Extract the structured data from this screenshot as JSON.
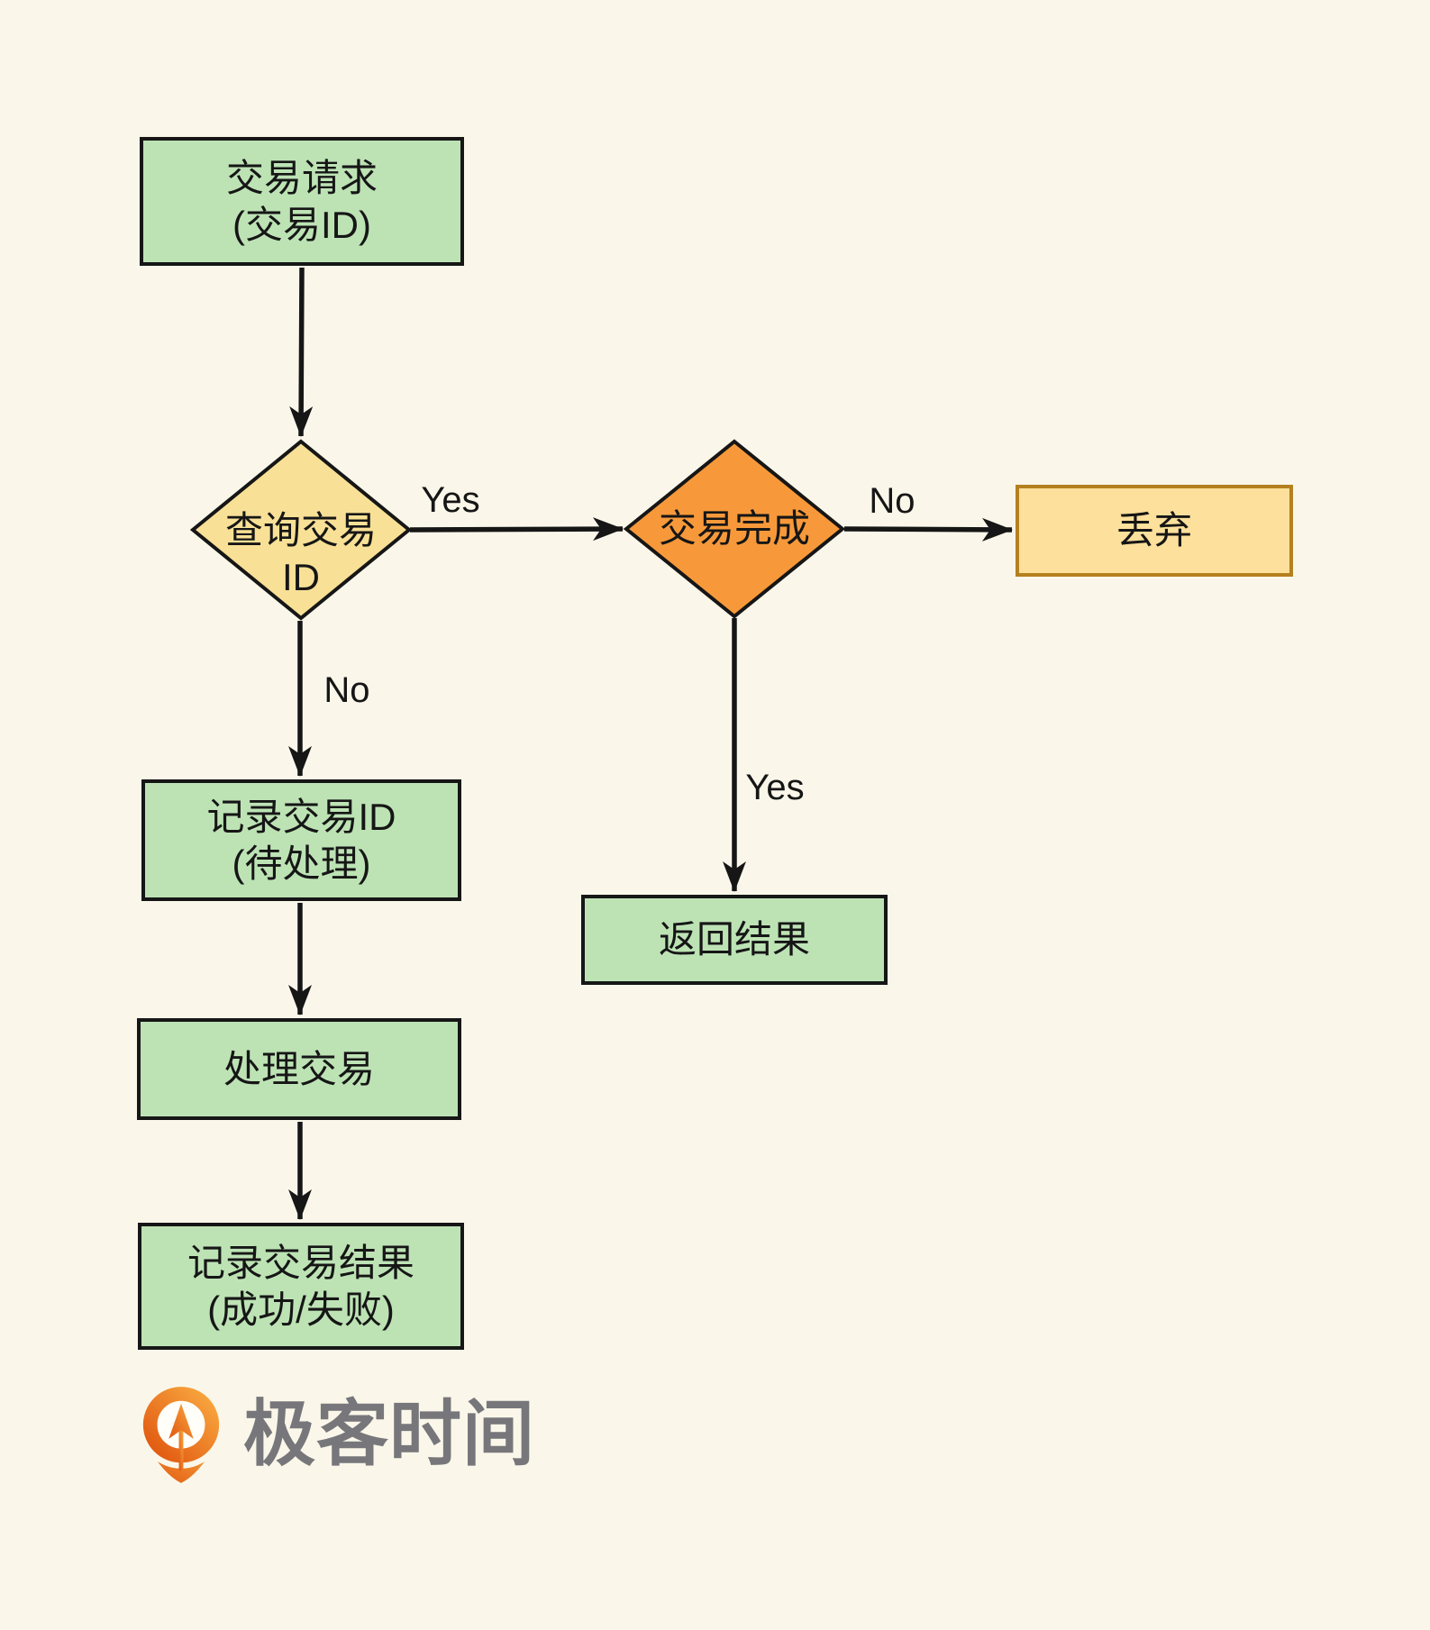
{
  "flowchart": {
    "nodes": {
      "transaction_request": {
        "line1": "交易请求",
        "line2": "(交易ID)",
        "shape": "rectangle",
        "fill": "#BDE3B5",
        "border": "#161616"
      },
      "query_transaction_id": {
        "line1": "查询交易",
        "line2": "ID",
        "shape": "diamond",
        "fill": "#F8E096",
        "border": "#161616"
      },
      "transaction_complete": {
        "label": "交易完成",
        "shape": "diamond",
        "fill": "#F7993A",
        "border": "#161616"
      },
      "discard": {
        "label": "丢弃",
        "shape": "rectangle",
        "fill": "#FCE09B",
        "border": "#B5801F"
      },
      "return_result": {
        "label": "返回结果",
        "shape": "rectangle",
        "fill": "#BDE3B5",
        "border": "#161616"
      },
      "record_transaction_id": {
        "line1": "记录交易ID",
        "line2": "(待处理)",
        "shape": "rectangle",
        "fill": "#BDE3B5",
        "border": "#161616"
      },
      "process_transaction": {
        "label": "处理交易",
        "shape": "rectangle",
        "fill": "#BDE3B5",
        "border": "#161616"
      },
      "record_transaction_result": {
        "line1": "记录交易结果",
        "line2": "(成功/失败)",
        "shape": "rectangle",
        "fill": "#BDE3B5",
        "border": "#161616"
      }
    },
    "edge_labels": {
      "query_yes": "Yes",
      "query_no": "No",
      "complete_no": "No",
      "complete_yes": "Yes"
    },
    "colors": {
      "background": "#FAF7EA",
      "arrow": "#161616"
    }
  },
  "logo": {
    "text": "极客时间",
    "icon": "geektime-pin-icon",
    "icon_color_dark": "#E0560F",
    "icon_color_light": "#F9A940",
    "text_color": "#77777B"
  }
}
